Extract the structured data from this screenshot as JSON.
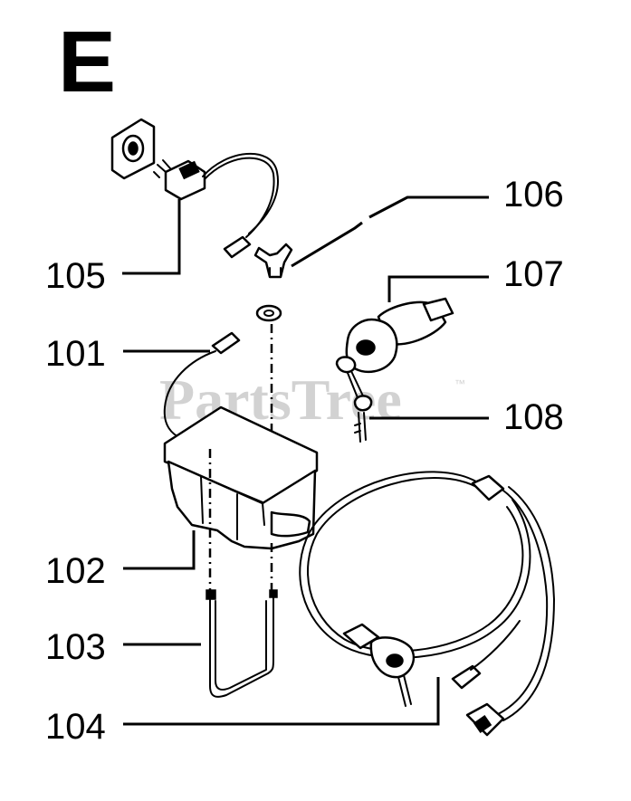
{
  "section_letter": "E",
  "watermark": {
    "text": "PartsTree",
    "trademark": "™"
  },
  "callouts": [
    {
      "id": "105",
      "label": "105"
    },
    {
      "id": "106",
      "label": "106"
    },
    {
      "id": "107",
      "label": "107"
    },
    {
      "id": "101",
      "label": "101"
    },
    {
      "id": "108",
      "label": "108"
    },
    {
      "id": "102",
      "label": "102"
    },
    {
      "id": "103",
      "label": "103"
    },
    {
      "id": "104",
      "label": "104"
    }
  ]
}
